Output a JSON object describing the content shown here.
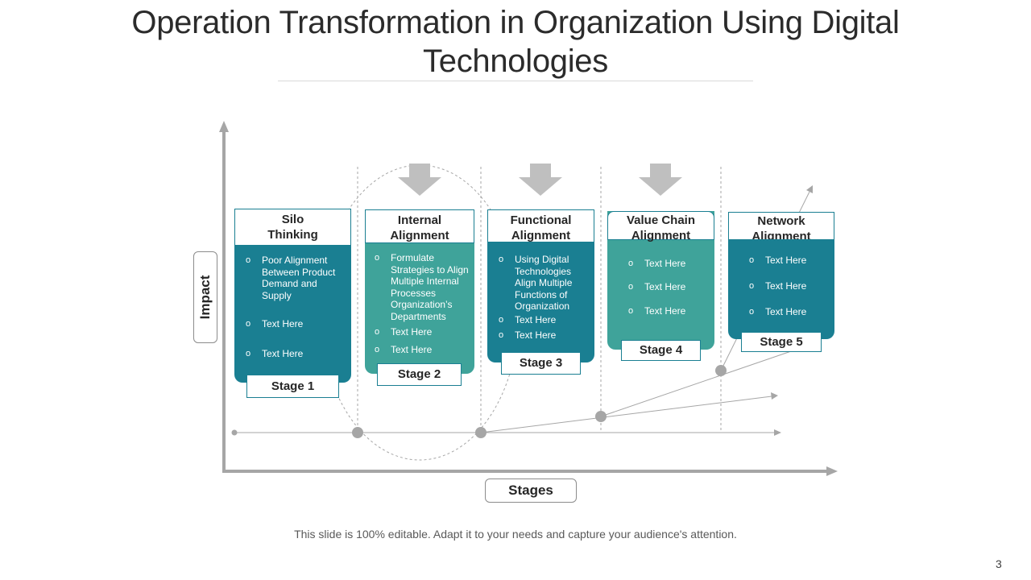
{
  "title": "Operation Transformation in Organization Using Digital Technologies",
  "axes": {
    "y_label": "Impact",
    "x_label": "Stages"
  },
  "stages": [
    {
      "heading": "Silo Thinking",
      "stage_label": "Stage 1",
      "bullets": [
        "Poor Alignment Between Product Demand and Supply",
        "Text Here",
        "Text Here"
      ]
    },
    {
      "heading": "Internal Alignment",
      "stage_label": "Stage 2",
      "bullets": [
        "Formulate Strategies to Align Multiple Internal Processes Organization’s Departments",
        "Text Here",
        "Text Here"
      ]
    },
    {
      "heading": "Functional Alignment",
      "stage_label": "Stage 3",
      "bullets": [
        "Using Digital Technologies Align Multiple Functions of Organization",
        "Text Here",
        "Text Here"
      ]
    },
    {
      "heading": "Value Chain Alignment",
      "stage_label": "Stage 4",
      "bullets": [
        "Text Here",
        "Text Here",
        "Text Here"
      ]
    },
    {
      "heading": "Network Alignment",
      "stage_label": "Stage 5",
      "bullets": [
        "Text Here",
        "Text Here",
        "Text Here"
      ]
    }
  ],
  "bullet_symbol": "o",
  "footer": "This slide is 100% editable. Adapt it to your needs and capture your audience's attention.",
  "page_number": "3",
  "colors": {
    "teal_dark": "#1a7f92",
    "teal_light": "#3fa39a",
    "axis_gray": "#a6a6a6"
  },
  "icons": [
    "down-arrow-icon",
    "down-arrow-icon",
    "down-arrow-icon"
  ]
}
